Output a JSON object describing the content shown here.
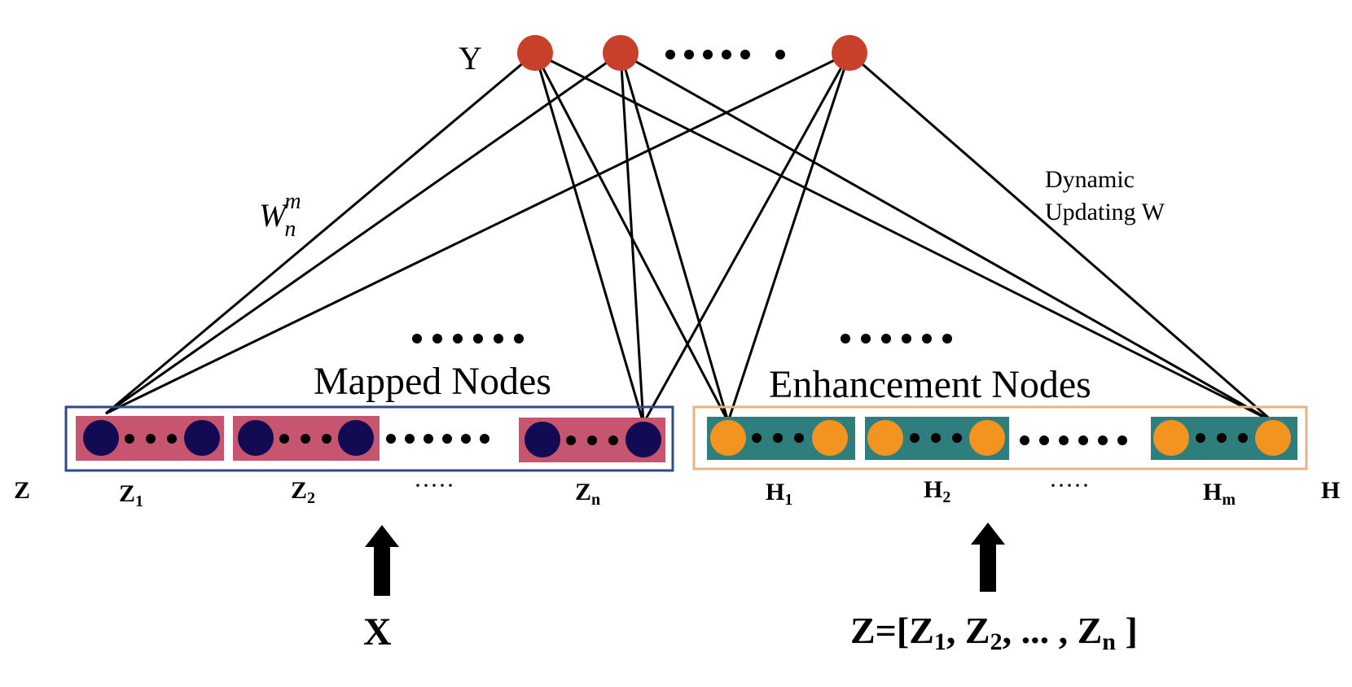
{
  "labels": {
    "y": "Y",
    "weight_main": "W",
    "weight_sub": "n",
    "weight_sup": "m",
    "dynamic_line1": "Dynamic",
    "dynamic_line2": "Updating W",
    "mapped_title": "Mapped Nodes",
    "enhancement_title": "Enhancement Nodes",
    "z_side": "Z",
    "h_side": "H",
    "z1_main": "Z",
    "z1_sub": "1",
    "z2_main": "Z",
    "z2_sub": "2",
    "zn_main": "Z",
    "zn_sub": "n",
    "z_ellipsis": "·····",
    "h1_main": "H",
    "h1_sub": "1",
    "h2_main": "H",
    "h2_sub": "2",
    "hm_main": "H",
    "hm_sub": "m",
    "h_ellipsis": "·····",
    "input_x": "X",
    "eq_prefix": "Z=[Z",
    "eq_sub1": "1",
    "eq_mid1": ", Z",
    "eq_sub2": "2",
    "eq_mid2": ", ... , Z",
    "eq_subn": "n",
    "eq_suffix": " ]"
  },
  "colors": {
    "output_node": "#c9402a",
    "mapped_group_fill": "#c85570",
    "mapped_node": "#120a52",
    "mapped_border": "#2e4a8a",
    "enh_group_fill": "#2e7e7e",
    "enh_node": "#f39420",
    "enh_border": "#e8b384"
  }
}
